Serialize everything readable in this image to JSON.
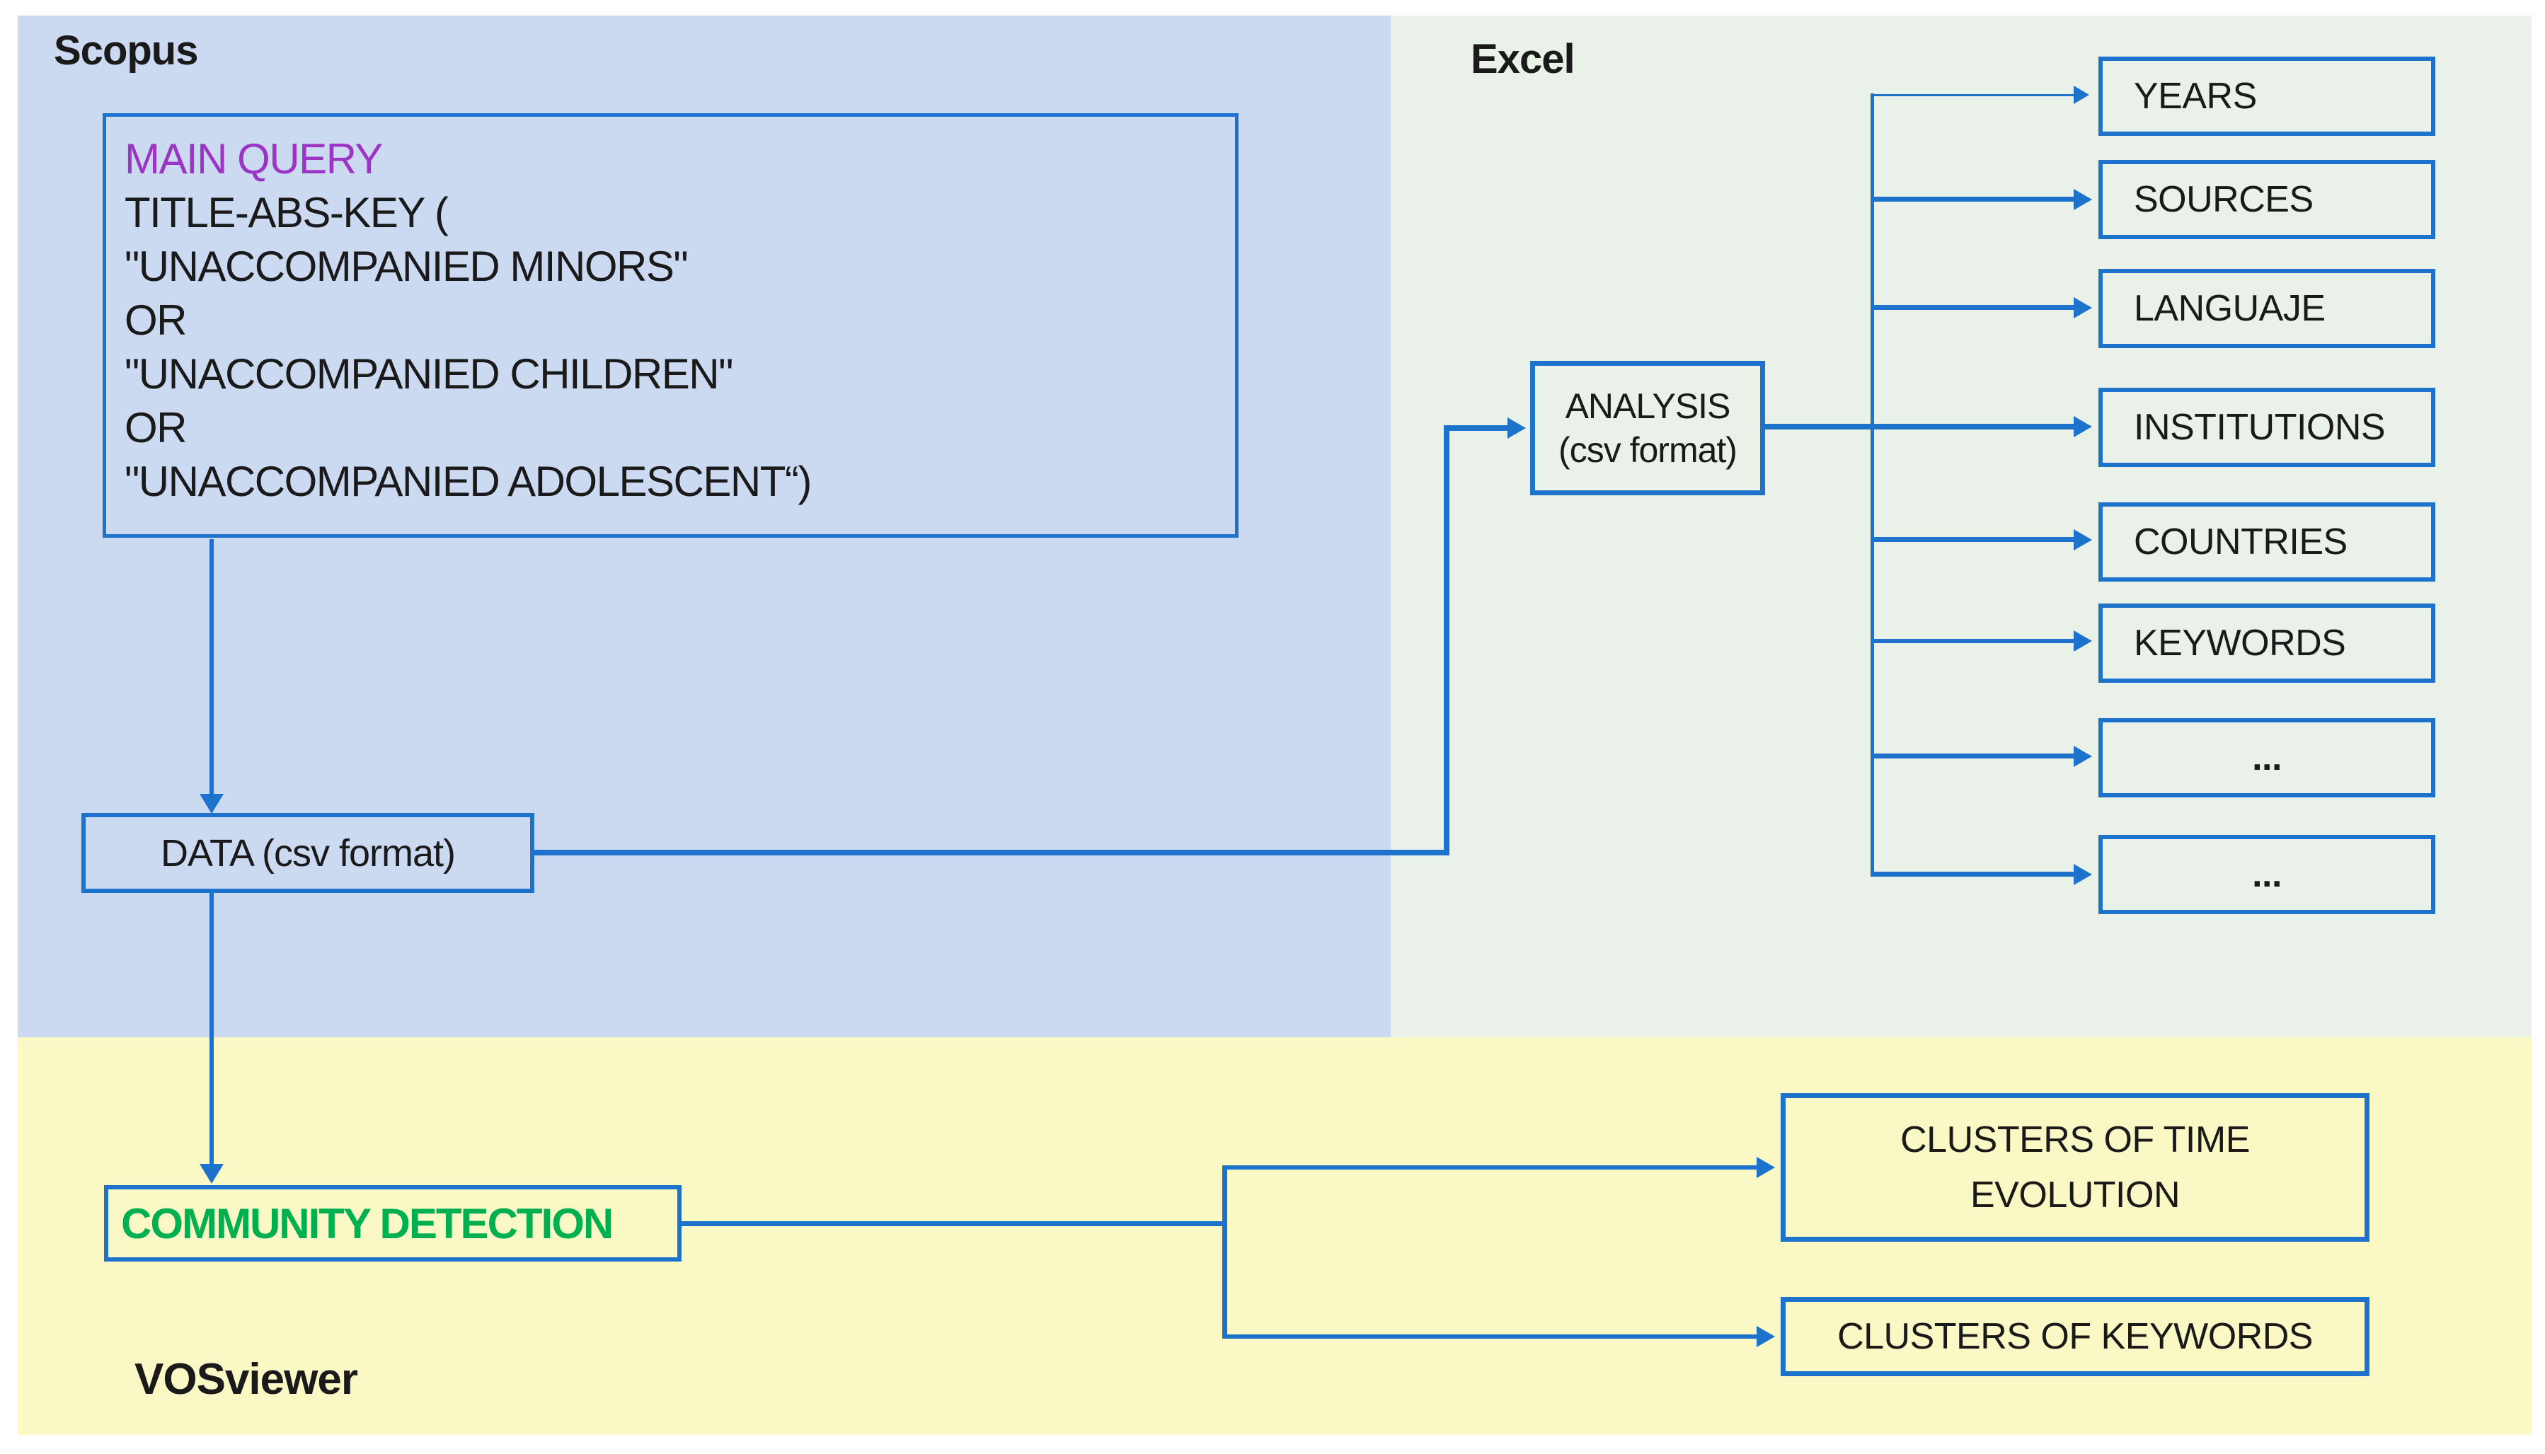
{
  "regions": {
    "scopus": "Scopus",
    "excel": "Excel",
    "vosviewer": "VOSviewer"
  },
  "scopus_flow": {
    "query_title": "MAIN QUERY",
    "query_lines": [
      "TITLE-ABS-KEY (",
      "\"UNACCOMPANIED MINORS\"",
      "OR",
      "\"UNACCOMPANIED CHILDREN\"",
      "OR",
      "\"UNACCOMPANIED ADOLESCENT“)"
    ],
    "data_label": "DATA (csv format)"
  },
  "excel_flow": {
    "analysis_line1": "ANALYSIS",
    "analysis_line2": "(csv format)",
    "outputs": [
      "YEARS",
      "SOURCES",
      "LANGUAJE",
      "INSTITUTIONS",
      "COUNTRIES",
      "KEYWORDS",
      "...",
      "..."
    ]
  },
  "vosviewer_flow": {
    "community_label": "COMMUNITY DETECTION",
    "clusters_time_line1": "CLUSTERS OF TIME",
    "clusters_time_line2": "EVOLUTION",
    "clusters_keywords_label": "CLUSTERS OF KEYWORDS"
  },
  "colors": {
    "scopus_region_bg": "#CBD9F1",
    "excel_region_bg": "#E9F1E8",
    "vosviewer_region_bg": "#FAF9C5",
    "connector_blue": "#1D73CB",
    "query_title_purple": "#9C35C5",
    "community_green": "#00B050"
  }
}
